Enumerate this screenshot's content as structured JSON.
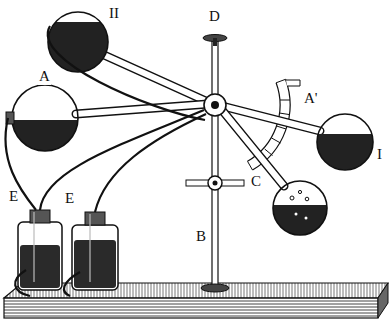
{
  "diagram": {
    "labels": [
      "II",
      "D",
      "A",
      "A'",
      "I",
      "C",
      "B",
      "E",
      "E"
    ]
  }
}
